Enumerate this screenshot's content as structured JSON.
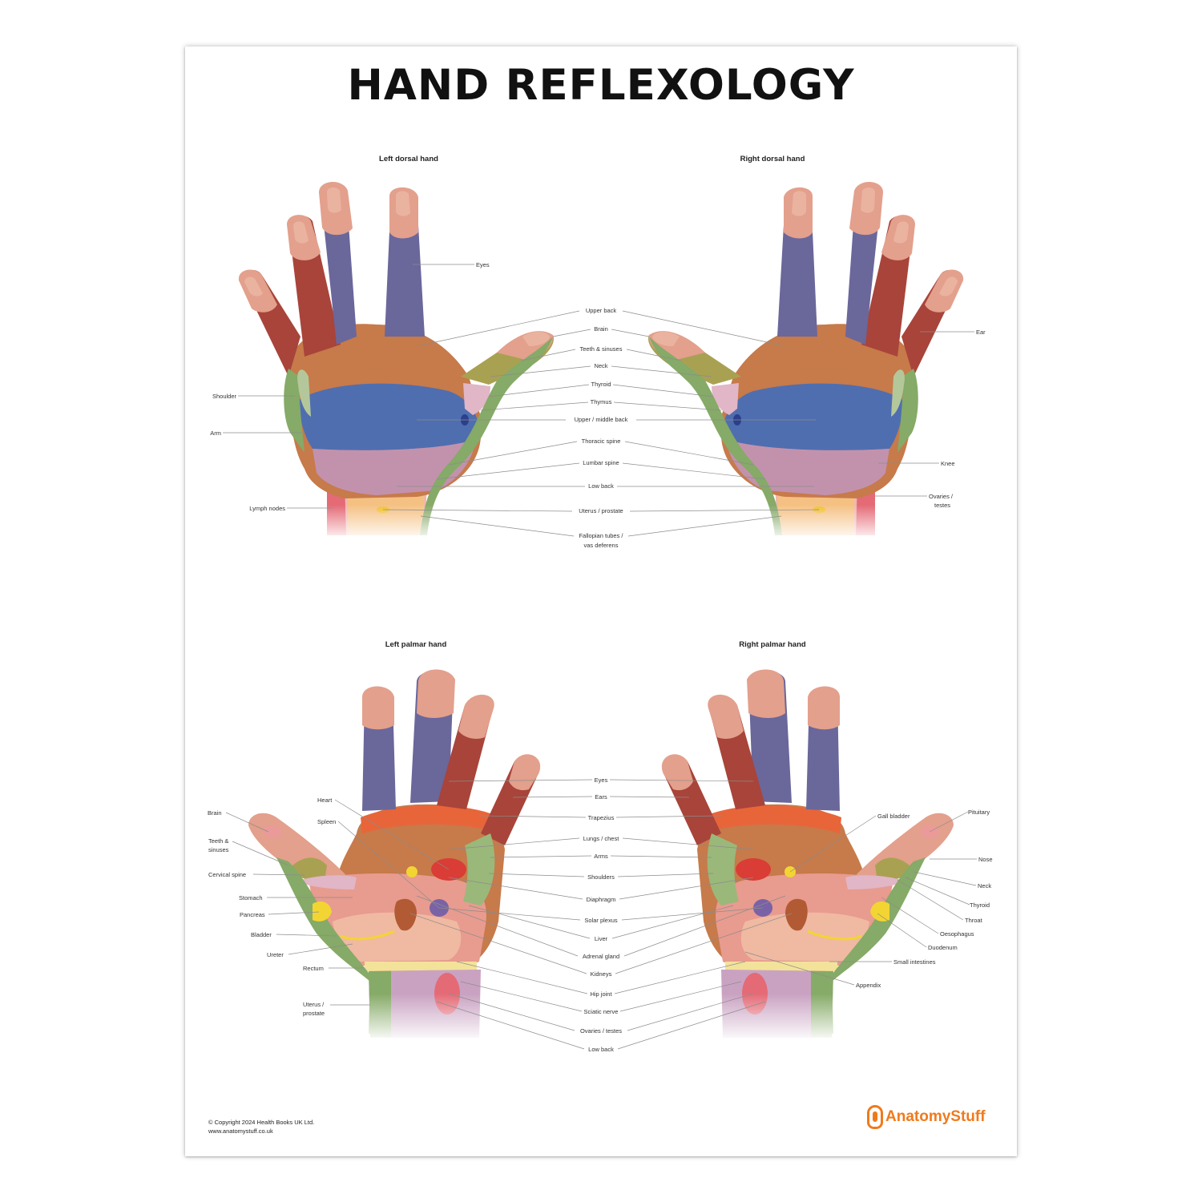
{
  "title": "HAND REFLEXOLOGY",
  "panels": {
    "left_dorsal": "Left dorsal hand",
    "right_dorsal": "Right dorsal hand",
    "left_palmar": "Left palmar hand",
    "right_palmar": "Right palmar hand"
  },
  "dorsal_center_labels": [
    "Upper back",
    "Brain",
    "Teeth & sinuses",
    "Neck",
    "Thyroid",
    "Thymus",
    "Upper / middle back",
    "Thoracic spine",
    "Lumbar spine",
    "Low back",
    "Uterus / prostate",
    "Fallopian tubes /",
    "vas deferens"
  ],
  "dorsal_left_labels": [
    "Eyes",
    "Shoulder",
    "Arm",
    "Lymph nodes"
  ],
  "dorsal_right_labels": [
    "Ear",
    "Knee",
    "Ovaries /",
    "testes"
  ],
  "palmar_center_labels": [
    "Eyes",
    "Ears",
    "Trapezius",
    "Lungs / chest",
    "Arms",
    "Shoulders",
    "Diaphragm",
    "Solar plexus",
    "Liver",
    "Adrenal gland",
    "Kidneys",
    "Hip joint",
    "Sciatic nerve",
    "Ovaries / testes",
    "Low back"
  ],
  "palmar_left_labels": [
    "Brain",
    "Teeth &",
    "sinuses",
    "Cervical spine",
    "Stomach",
    "Pancreas",
    "Bladder",
    "Ureter",
    "Rectum",
    "Uterus /",
    "prostate",
    "Heart",
    "Spleen"
  ],
  "palmar_right_labels": [
    "Gall bladder",
    "Pituitary",
    "Nose",
    "Neck",
    "Thyroid",
    "Throat",
    "Oesophagus",
    "Duodenum",
    "Small intestines",
    "Appendix"
  ],
  "footer": {
    "copyright": "© Copyright 2024 Health Books UK Ltd.",
    "website": "www.anatomystuff.co.uk",
    "brand": "AnatomyStuff"
  },
  "colors": {
    "skin": "#e3a08c",
    "nail": "#eab3a0",
    "red_zone": "#a8443a",
    "blue_finger": "#6a679b",
    "brown": "#c77a4a",
    "blue_band": "#4f6eb0",
    "pink_band": "#c292ad",
    "green_edge": "#86aa67",
    "olive": "#a9a152",
    "brand_orange": "#f07a1b"
  }
}
